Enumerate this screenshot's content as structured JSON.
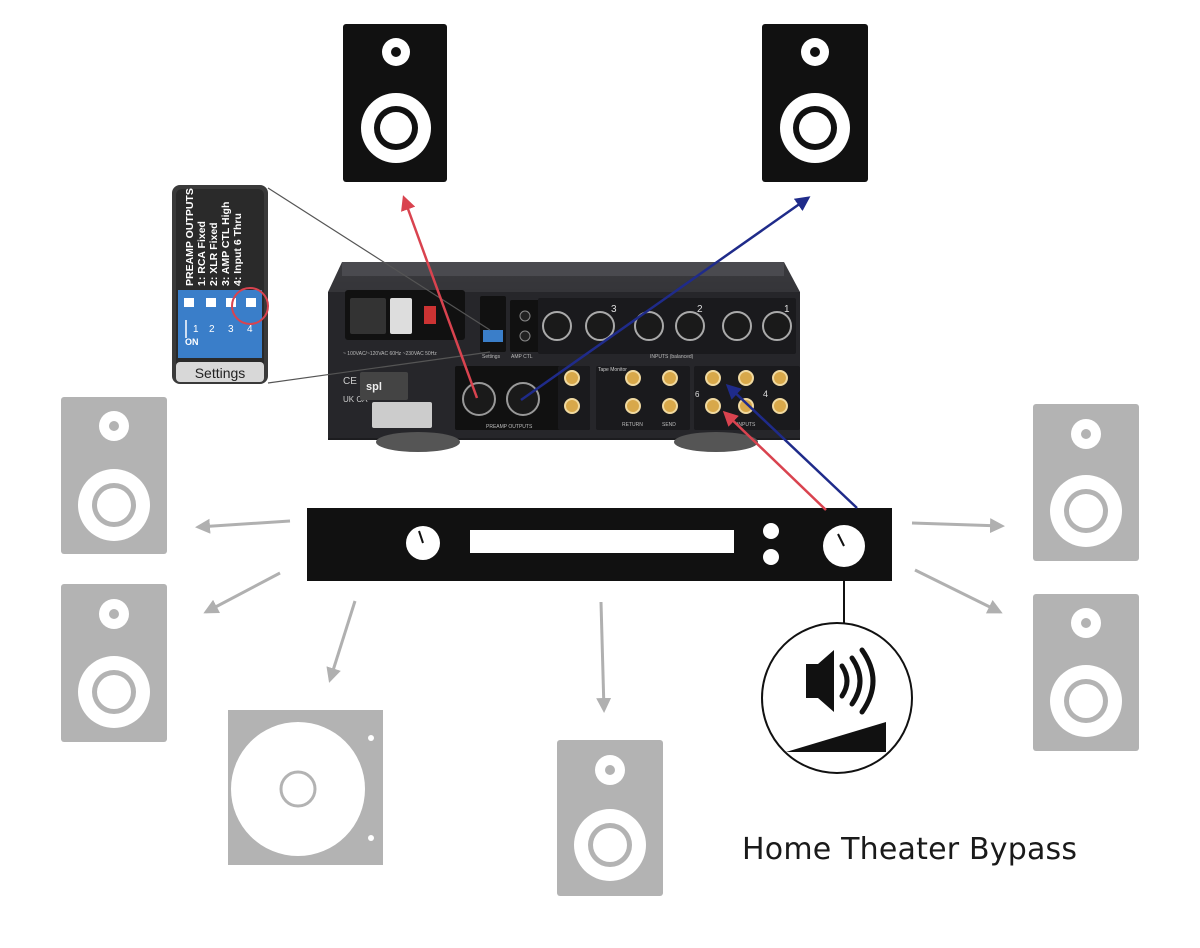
{
  "caption": "Home Theater Bypass",
  "settings_panel": {
    "heading": "PREAMP OUTPUTS",
    "options": [
      "1: RCA Fixed",
      "2: XLR Fixed",
      "3: AMP CTL High",
      "4: Input 6 Thru"
    ],
    "switch_numbers": [
      "1",
      "2",
      "3",
      "4"
    ],
    "on_label": "ON",
    "footer_label": "Settings"
  },
  "rear_panel": {
    "inputs_label": "INPUTS (balanced)",
    "input_numbers": [
      "3",
      "2",
      "1"
    ],
    "preamp_outputs_label": "PREAMP OUTPUTS",
    "amp_ctl_label": "AMP CTL",
    "tape_monitor_label": "Tape Monitor",
    "return_label": "RETURN",
    "send_label": "SEND",
    "rca_inputs_label": "INPUTS",
    "settings_small_label": "Settings",
    "rca_input_number": "4",
    "bypass_input_number": "6",
    "brand": "spl"
  },
  "colors": {
    "red_signal": "#d9434f",
    "blue_signal": "#1f2b8a",
    "active_speaker": "#111111",
    "surround_speaker": "#b3b3b3",
    "arrow_gray": "#b0b0b0",
    "switch_blue": "#3a7ec9"
  },
  "icons": [
    "speaker-icon",
    "subwoofer-icon",
    "volume-icon",
    "av-receiver-icon"
  ]
}
